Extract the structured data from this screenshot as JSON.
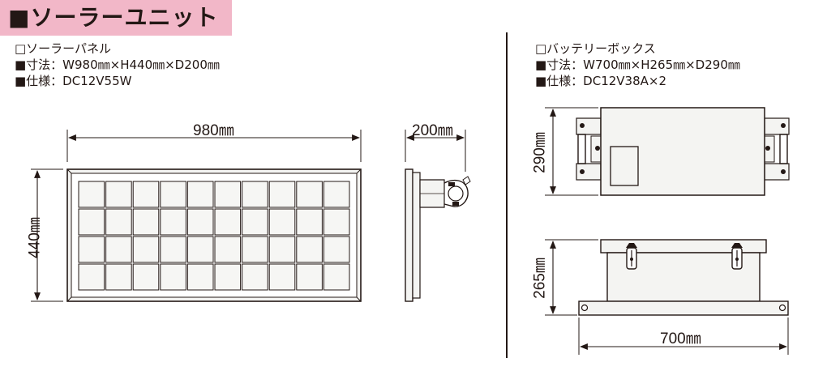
{
  "header": {
    "title": "■ソーラーユニット",
    "accent_color": "#f2b7c8"
  },
  "solar_panel": {
    "name": "□ソーラーパネル",
    "size": "■寸法：W980㎜×H440㎜×D200㎜",
    "spec": "■仕様：DC12V55W",
    "dims": {
      "width": "980㎜",
      "height": "440㎜",
      "depth": "200㎜"
    },
    "grid": {
      "cols": 10,
      "rows": 4
    }
  },
  "battery_box": {
    "name": "□バッテリーボックス",
    "size": "■寸法：W700㎜×H265㎜×D290㎜",
    "spec": "■仕様：DC12V38A×2",
    "dims": {
      "depth": "290㎜",
      "height": "265㎜",
      "width": "700㎜"
    }
  }
}
